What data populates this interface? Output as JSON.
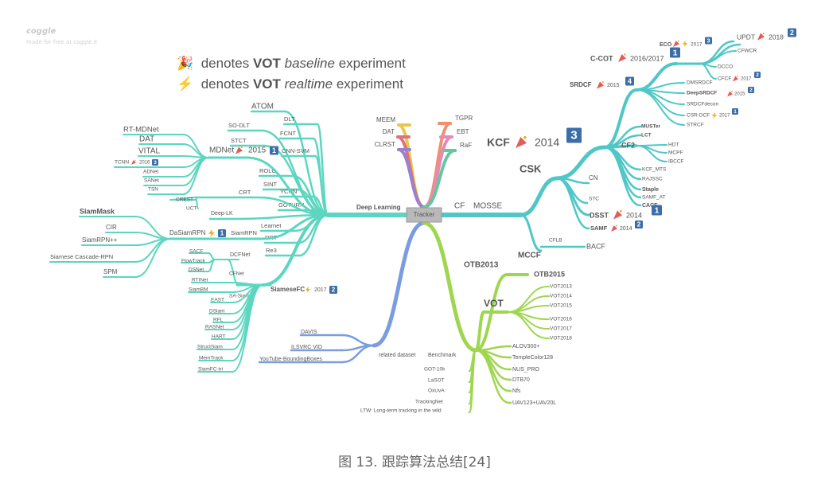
{
  "brand": {
    "name": "coggle",
    "tagline": "made for free at coggle.it"
  },
  "legend": [
    {
      "icon": "party-popper-icon",
      "glyph": "🎉",
      "pre": " denotes ",
      "strong": "VOT",
      "em": "baseline",
      "post": " experiment"
    },
    {
      "icon": "lightning-icon",
      "glyph": "⚡",
      "pre": " denotes ",
      "strong": "VOT",
      "em": "realtime",
      "post": " experiment"
    }
  ],
  "caption": "图 13. 跟踪算法总结[24]",
  "root": "Tracker",
  "colors": {
    "deep": "#5cd6c0",
    "cf": "#4fc7c7",
    "bench": "#9fd64f",
    "dataset": "#7a9ce0",
    "meem": "#e8c84b",
    "tgpr": "#f09070",
    "dat": "#e07080",
    "ebt": "#e58ab8",
    "clrst": "#9b7fd0",
    "raf": "#63c7a0",
    "badge": "#3b6ea8",
    "root_fill": "#b9b9b9"
  },
  "top_branches": {
    "meem": "MEEM",
    "tgpr": "TGPR",
    "dat": "DAT",
    "ebt": "EBT",
    "clrst": "CLRST",
    "raf": "RaF"
  },
  "deep_learning": {
    "label": "Deep Learning",
    "atom": "ATOM",
    "dlt": "DLT",
    "so_dlt": "SO-DLT",
    "fcnt": "FCNT",
    "stct": "STCT",
    "cnn_svm": "CNN-SVM",
    "mdnet": "MDNet",
    "mdnet_year": "2015",
    "mdnet_badge": "1",
    "mdnet_children": [
      "RT-MDNet",
      "DAT",
      "VITAL",
      "TCNN",
      "ADNet",
      "SANet",
      "TSN"
    ],
    "tcnn_year": "2016",
    "tcnn_badge": "3",
    "rolo": "ROLO",
    "siint": "SINT",
    "ycnn": "YCNN",
    "crt": "CRT",
    "crest": "CREST",
    "uct": "UCT",
    "goturn": "GOTURN",
    "deep_lk": "Deep-LK",
    "learnet": "Learnet",
    "drt": "DRT",
    "re3": "Re3",
    "dasiamrpn": "DaSiamRPN",
    "dasiamrpn_badge": "1",
    "siamrpn": "SiamRPN",
    "siam_children": [
      "SiamMask",
      "CIR",
      "SiamRPN++",
      "Siamese Cascade-RPN",
      "SPM"
    ],
    "siamesefc": "SiameseFC",
    "siamesefc_year": "2017",
    "siamesefc_badge": "2",
    "dcfnet": "DCFNet",
    "cfnet": "CFNet",
    "sa_siam": "SA-Siam",
    "dcfnet_children": [
      "SACF",
      "FlowTrack",
      "DSNet"
    ],
    "fc_children": [
      "RTINet",
      "SiamBM",
      "EAST",
      "DSiam",
      "RFL",
      "RASNet",
      "HART",
      "StructSiam",
      "MemTrack",
      "SiamFC-tri"
    ]
  },
  "correlation_filter": {
    "cf": "CF",
    "mosse": "MOSSE",
    "csk": "CSK",
    "cn": "CN",
    "stc": "STC",
    "kcf": "KCF",
    "kcf_year": "2014",
    "kcf_badge": "3",
    "cf2": "CF2",
    "muster": "MUSTer",
    "lct": "LCT",
    "cf2_children": [
      "HDT",
      "MCPF",
      "IBCCF"
    ],
    "kcf_list": [
      "KCF_MTS",
      "RAJSSC",
      "Staple",
      "SAMF_AT",
      "CACF"
    ],
    "dsst": "DSST",
    "dsst_year": "2014",
    "dsst_badge": "1",
    "samf": "SAMF",
    "samf_year": "2014",
    "samf_badge": "2",
    "bacf": "BACF",
    "cflb": "CFLB",
    "mccf": "MCCF",
    "srdcf": "SRDCF",
    "srdcf_year": "2015",
    "srdcf_badge": "4",
    "srdcf_children": [
      "DMSRDCF",
      "DeepSRDCF",
      "SRDCFdecon",
      "CSR-DCF",
      "STRCF"
    ],
    "deepsrdcf_year": "2015",
    "deepsrdcf_badge": "2",
    "csrdcf_year": "2017",
    "csrdcf_badge": "1",
    "ccot": "C-COT",
    "ccot_year": "2016/2017",
    "ccot_badge": "1",
    "eco": "ECO",
    "eco_year": "2017",
    "eco_badge": "3",
    "updt": "UPDT",
    "updt_year": "2018",
    "updt_badge": "2",
    "cfwcr": "CFWCR",
    "dcco": "DCCO",
    "cfcf": "CFCF",
    "cfcf_year": "2017",
    "cfcf_badge": "2"
  },
  "benchmark": {
    "label": "Benchmark",
    "otb2013": "OTB2013",
    "otb2015": "OTB2015",
    "vot": "VOT",
    "vot_years": [
      "VOT2013",
      "VOT2014",
      "VOT2015",
      "VOT2016",
      "VOT2017",
      "VOT2018"
    ],
    "right": [
      "ALOV300+",
      "TempleColor128",
      "NUS_PRO",
      "DTB70",
      "Nfs",
      "UAV123+UAV20L"
    ],
    "left": [
      "GOT-10k",
      "LaSOT",
      "OxUvA",
      "TrackingNet",
      "LTW: Long-term tracking in the wild"
    ]
  },
  "related_dataset": {
    "label": "related dataset",
    "children": [
      "DAVIS",
      "ILSVRC VID",
      "YouTube-BoundingBoxes"
    ]
  }
}
